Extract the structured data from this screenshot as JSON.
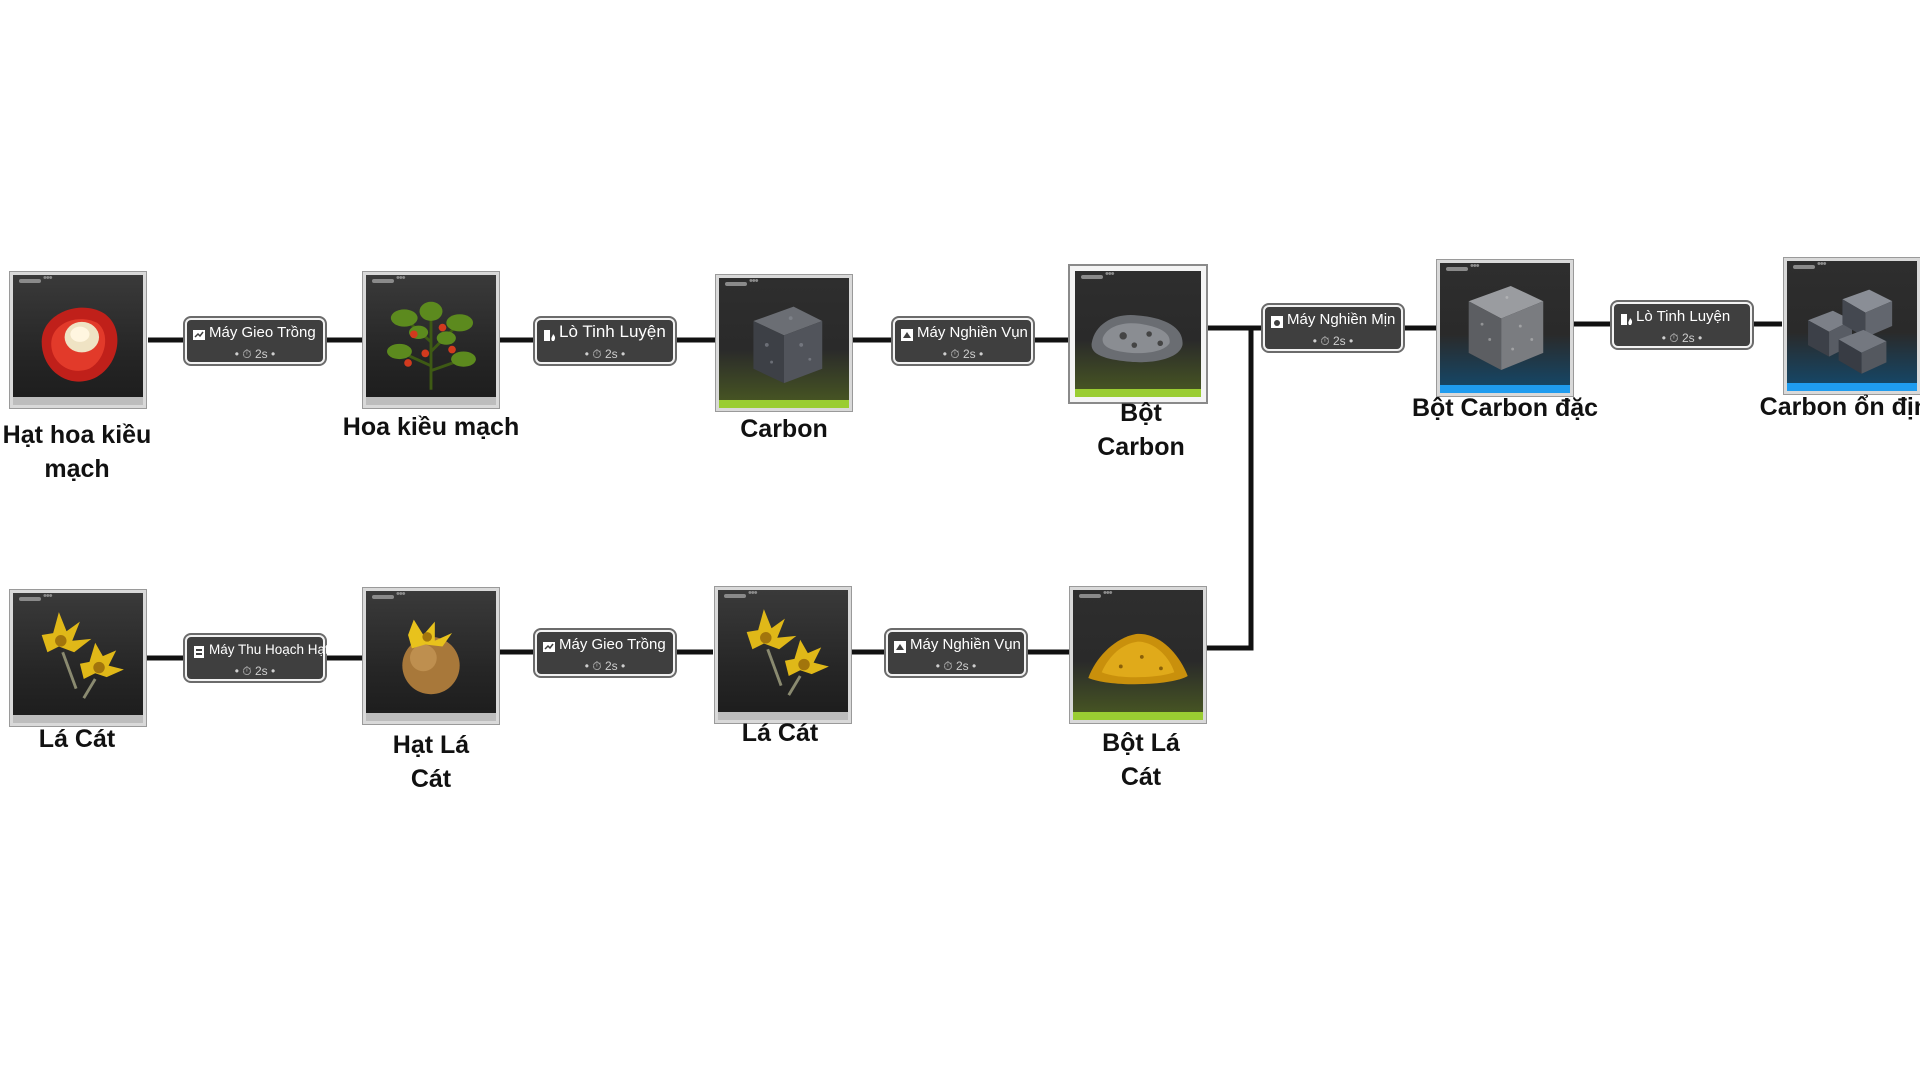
{
  "items": {
    "hat_hoa_kieu_mach": {
      "label": "Hạt hoa kiều mạch",
      "icon": "buckwheat-seed-icon",
      "rarity_color": "#bdbdbd"
    },
    "hoa_kieu_mach": {
      "label": "Hoa kiều mạch",
      "icon": "buckwheat-plant-icon",
      "rarity_color": "#bdbdbd"
    },
    "carbon": {
      "label": "Carbon",
      "icon": "carbon-cube-icon",
      "rarity_color": "#9acd32"
    },
    "bot_carbon": {
      "label": "Bột Carbon",
      "icon": "carbon-powder-icon",
      "rarity_color": "#9acd32"
    },
    "bot_carbon_dac": {
      "label": "Bột Carbon đặc",
      "icon": "dense-carbon-powder-icon",
      "rarity_color": "#1f9cef"
    },
    "carbon_on_dinh": {
      "label": "Carbon ổn định",
      "icon": "stable-carbon-icon",
      "rarity_color": "#1f9cef"
    },
    "la_cat_1": {
      "label": "Lá Cát",
      "icon": "sand-leaf-icon",
      "rarity_color": "#bdbdbd"
    },
    "hat_la_cat": {
      "label": "Hạt Lá Cát",
      "icon": "sand-leaf-seed-icon",
      "rarity_color": "#bdbdbd"
    },
    "la_cat_2": {
      "label": "Lá Cát",
      "icon": "sand-leaf-icon",
      "rarity_color": "#bdbdbd"
    },
    "bot_la_cat": {
      "label": "Bột Lá Cát",
      "icon": "sand-leaf-powder-icon",
      "rarity_color": "#9acd32"
    }
  },
  "machines": {
    "m1": {
      "name": "Máy Gieo Trồng",
      "time": "2s",
      "icon": "planter-icon"
    },
    "m2": {
      "name": "Lò Tinh Luyện",
      "time": "2s",
      "icon": "refinery-icon"
    },
    "m3": {
      "name": "Máy Nghiền Vụn",
      "time": "2s",
      "icon": "shredder-icon"
    },
    "m4": {
      "name": "Máy Nghiền Mịn",
      "time": "2s",
      "icon": "grinder-icon"
    },
    "m5": {
      "name": "Lò Tinh Luyện",
      "time": "2s",
      "icon": "refinery-icon"
    },
    "m6": {
      "name": "Máy Thu Hoạch Hạt",
      "time": "2s",
      "icon": "seed-harvester-icon"
    },
    "m7": {
      "name": "Máy Gieo Trồng",
      "time": "2s",
      "icon": "planter-icon"
    },
    "m8": {
      "name": "Máy Nghiền Vụn",
      "time": "2s",
      "icon": "shredder-icon"
    }
  },
  "time_prefix_icon": "clock-icon"
}
